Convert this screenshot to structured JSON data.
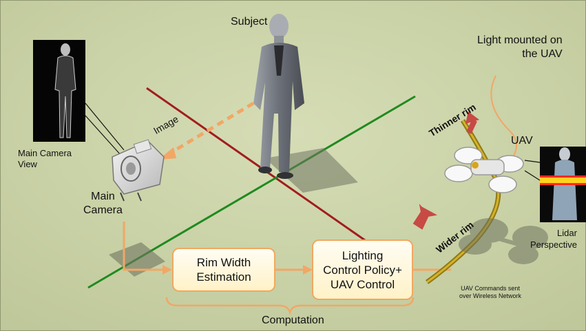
{
  "labels": {
    "subject": "Subject",
    "light_mounted": "Light mounted on\nthe UAV",
    "thinner_rim": "Thinner rim",
    "wider_rim": "Wider rim",
    "uav": "UAV",
    "image": "Image",
    "main_camera_view": "Main Camera\nView",
    "main_camera": "Main\nCamera",
    "lidar_perspective": "Lidar\nPerspective",
    "commands": "UAV Commands sent\nover Wireless Network",
    "computation": "Computation"
  },
  "boxes": {
    "rim_width": "Rim Width\nEstimation",
    "lighting_control": "Lighting\nControl Policy+\nUAV Control"
  },
  "colors": {
    "ground": "#c8d1a6",
    "axis_red": "#a11d1d",
    "axis_green": "#1f8a1f",
    "flow_orange": "#f2a766",
    "red_arrow": "#c74a44"
  }
}
